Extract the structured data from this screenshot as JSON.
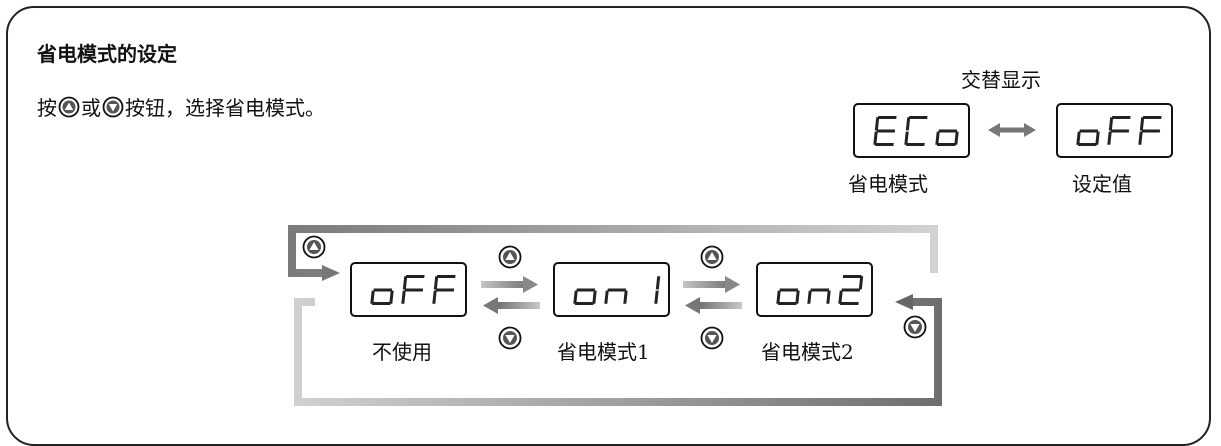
{
  "title": "省电模式的设定",
  "instruction": {
    "prefix": "按",
    "or": "或",
    "suffix": "按钮，选择省电模式。",
    "up_button_icon": "up-triangle-button-icon",
    "down_button_icon": "down-triangle-button-icon"
  },
  "alternate": {
    "label": "交替显示",
    "left_display": "ECo",
    "left_caption": "省电模式",
    "right_display": "oFF",
    "right_caption": "设定值"
  },
  "cycle": {
    "states": [
      {
        "display": "oFF",
        "caption": "不使用"
      },
      {
        "display": "on1",
        "caption": "省电模式1"
      },
      {
        "display": "on2",
        "caption": "省电模式2"
      }
    ]
  },
  "colors": {
    "frame": "#222222",
    "arrow_dark": "#666666",
    "arrow_light": "#cfcfcf"
  }
}
